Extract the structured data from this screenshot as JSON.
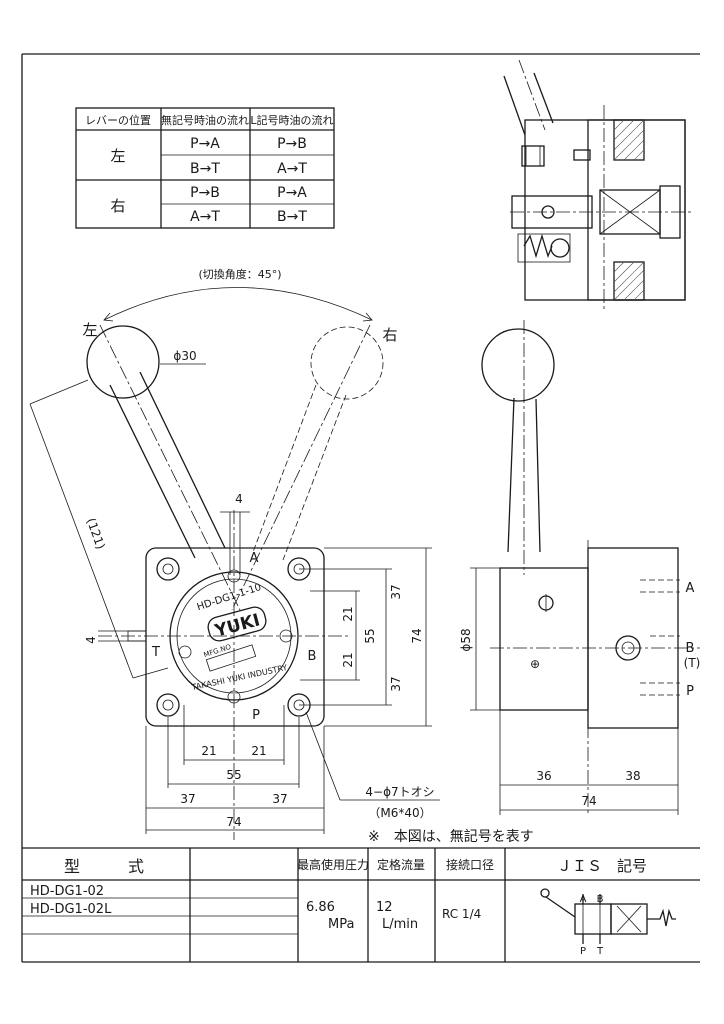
{
  "flow_table": {
    "headers": [
      "レバーの位置",
      "無記号時油の流れ",
      "L記号時油の流れ"
    ],
    "rows": [
      {
        "position": "左",
        "flows": [
          [
            "P→A",
            "P→B"
          ],
          [
            "B→T",
            "A→T"
          ]
        ]
      },
      {
        "position": "右",
        "flows": [
          [
            "P→B",
            "P→A"
          ],
          [
            "A→T",
            "B→T"
          ]
        ]
      }
    ]
  },
  "front_view": {
    "switch_angle": "(切換角度：45°)",
    "left_mark": "左",
    "right_mark": "右",
    "knob_dia": "ϕ30",
    "lever_len": "(121)",
    "port_a": "A",
    "port_b": "B",
    "port_p": "P",
    "port_t": "T",
    "plate_brand": "YUKI",
    "plate_model": "HD-DG1-1-10",
    "plate_mfg": "MFG.NO",
    "plate_maker": "TAKASHI YUKI INDUSTRY",
    "dim_4_top": "4",
    "dim_4_left": "4",
    "dim_21_up": "21",
    "dim_21_down": "21",
    "dim_37_up": "37",
    "dim_37_down": "37",
    "dim_55_v": "55",
    "dim_74_v": "74",
    "dim_21_h1": "21",
    "dim_21_h2": "21",
    "dim_55_h": "55",
    "dim_37_h1": "37",
    "dim_37_h2": "37",
    "dim_74_h": "74",
    "holes_note": "4−ϕ7トオシ",
    "bolt_note": "（M6*40）"
  },
  "side_view": {
    "dia": "ϕ58",
    "port_a": "A",
    "port_b": "B",
    "port_t": "(T)",
    "port_p": "P",
    "dim_36": "36",
    "dim_38": "38",
    "dim_74": "74"
  },
  "note": "※　本図は、無記号を表す",
  "spec_table": {
    "model_header": "型　　　式",
    "models": [
      "HD-DG1-02",
      "HD-DG1-02L"
    ],
    "max_pressure_header": "最高使用圧力",
    "rated_flow_header": "定格流量",
    "port_size_header": "接続口径",
    "jis_header": "ＪＩＳ　記号",
    "max_pressure_value": "6.86",
    "max_pressure_unit": "MPa",
    "rated_flow_value": "12",
    "rated_flow_unit": "L/min",
    "port_size_value": "RC 1/4",
    "jis_a": "A",
    "jis_b": "B",
    "jis_p": "P",
    "jis_t": "T"
  }
}
